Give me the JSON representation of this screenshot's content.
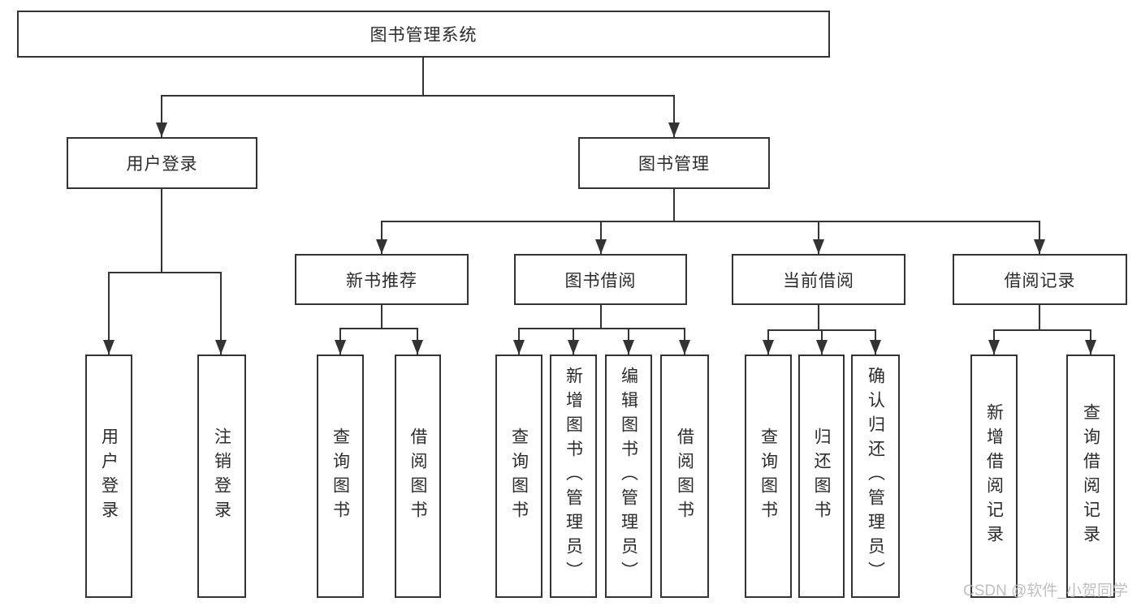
{
  "watermark": "CSDN @软件_小贺同学",
  "colors": {
    "line": "#333333",
    "text": "#2b2b2b",
    "box_background": "#ffffff",
    "watermark": "#b9b9b9"
  },
  "tree": {
    "label": "图书管理系统",
    "children": [
      {
        "label": "用户登录",
        "children": [
          {
            "label": "用户登录"
          },
          {
            "label": "注销登录"
          }
        ]
      },
      {
        "label": "图书管理",
        "children": [
          {
            "label": "新书推荐",
            "children": [
              {
                "label": "查询图书"
              },
              {
                "label": "借阅图书"
              }
            ]
          },
          {
            "label": "图书借阅",
            "children": [
              {
                "label": "查询图书"
              },
              {
                "label": "新增图书（管理员）"
              },
              {
                "label": "编辑图书（管理员）"
              },
              {
                "label": "借阅图书"
              }
            ]
          },
          {
            "label": "当前借阅",
            "children": [
              {
                "label": "查询图书"
              },
              {
                "label": "归还图书"
              },
              {
                "label": "确认归还（管理员）"
              }
            ]
          },
          {
            "label": "借阅记录",
            "children": [
              {
                "label": "新增借阅记录"
              },
              {
                "label": "查询借阅记录"
              }
            ]
          }
        ]
      }
    ]
  }
}
